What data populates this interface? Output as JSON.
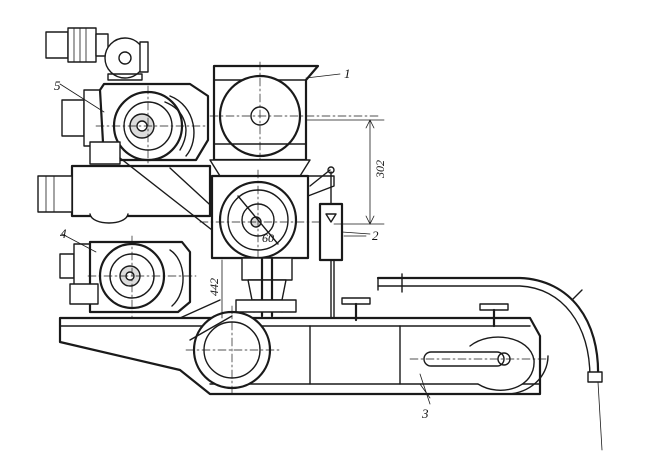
{
  "callouts": {
    "c1": "1",
    "c2": "2",
    "c3": "3",
    "c4": "4",
    "c5": "5"
  },
  "dimensions": {
    "d302": "302",
    "d442": "442",
    "d60": "60"
  }
}
